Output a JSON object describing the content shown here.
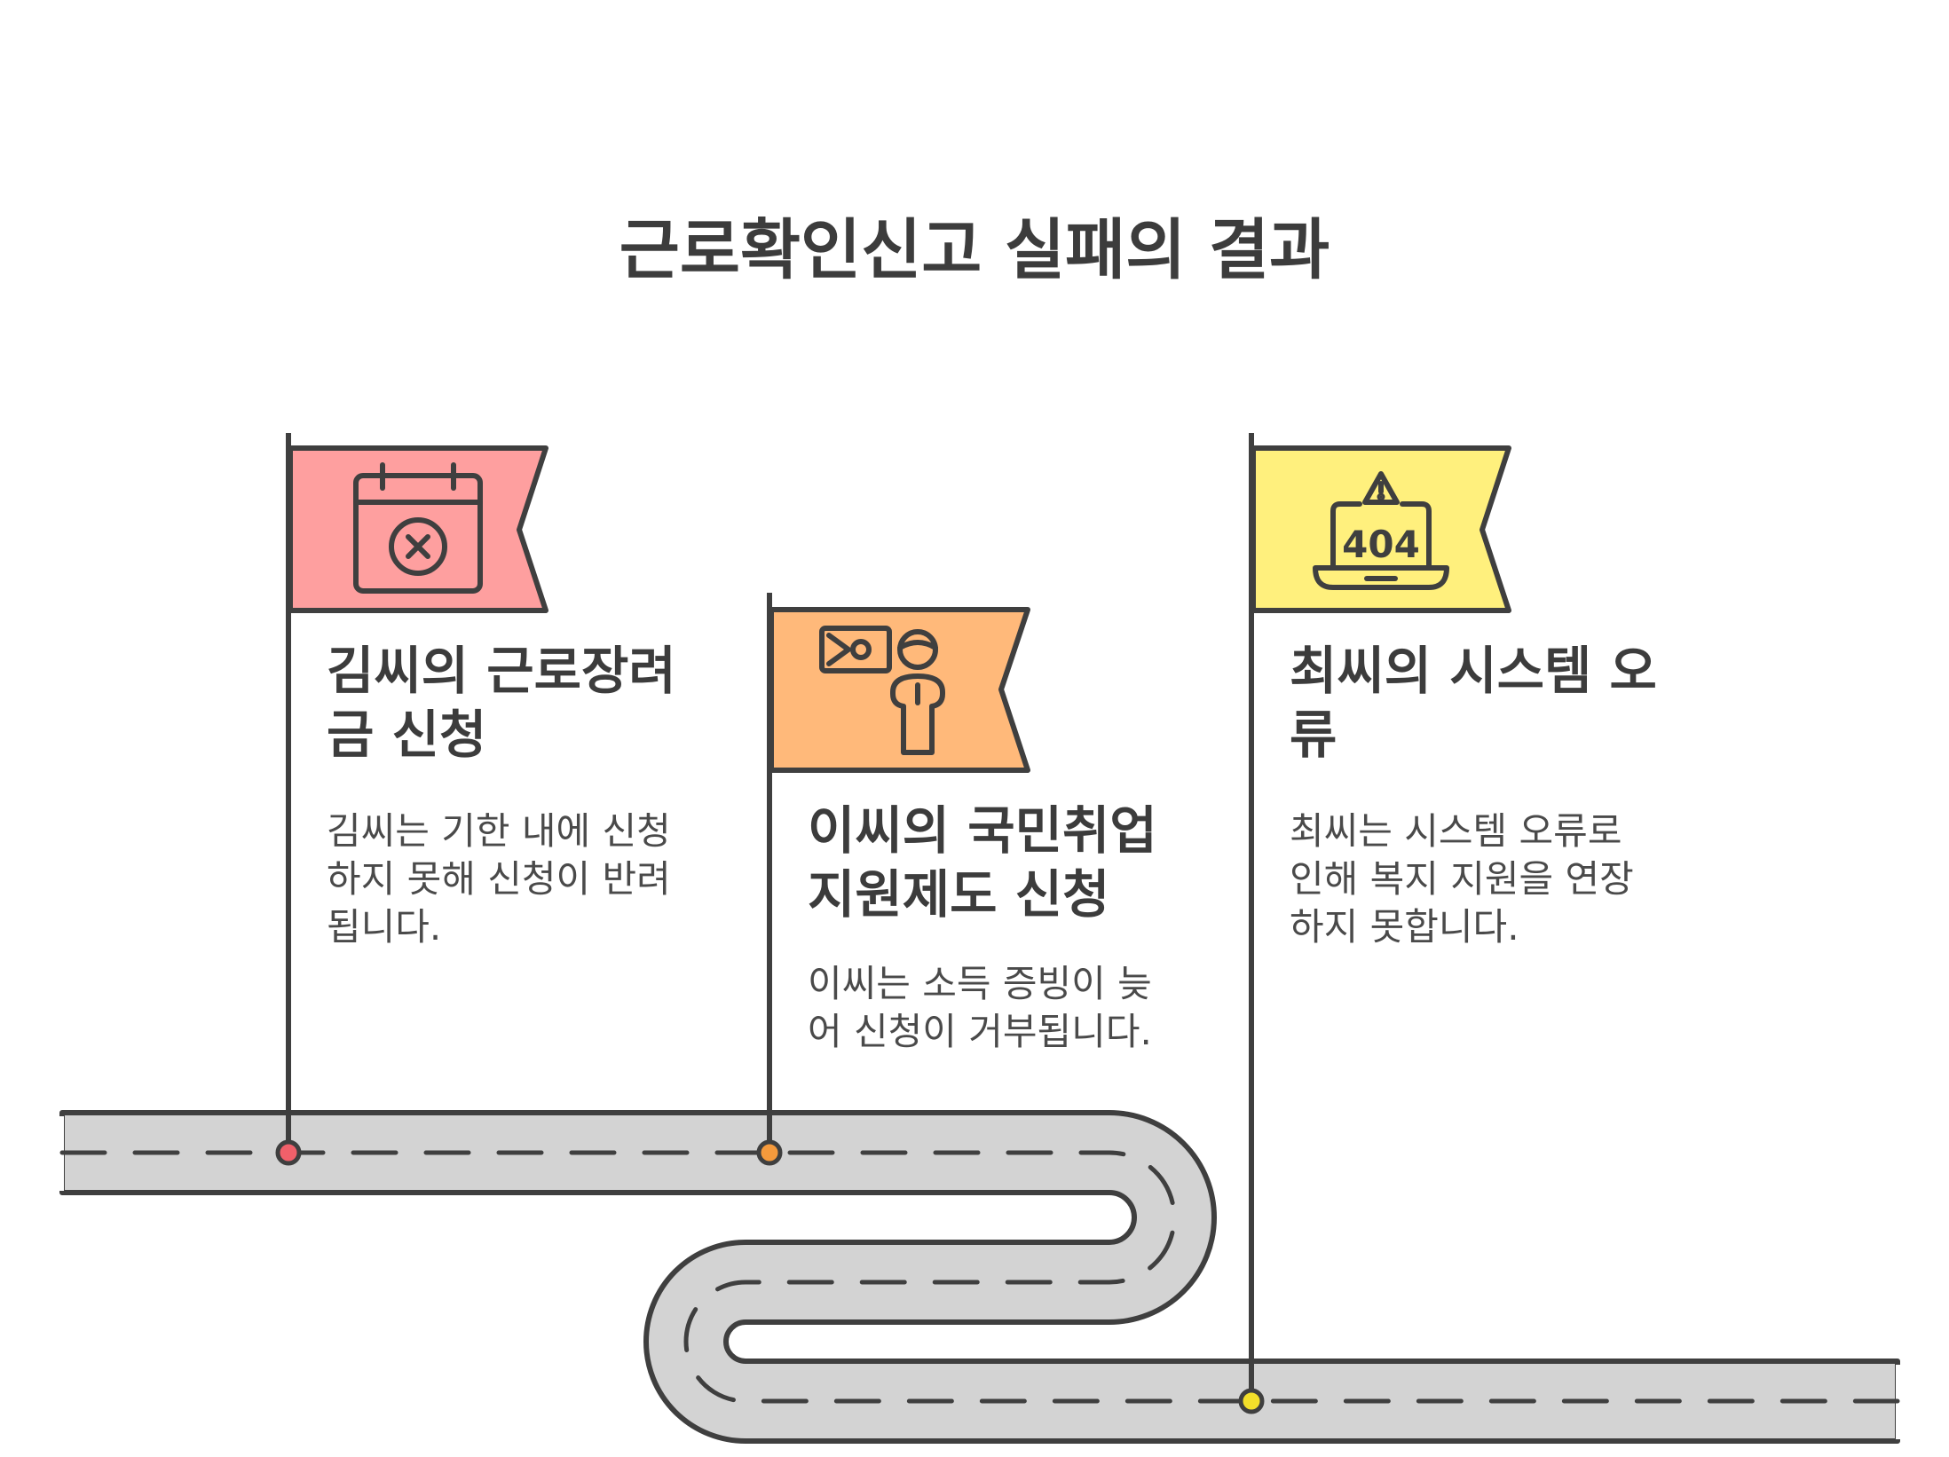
{
  "title": "근로확인신고 실패의 결과",
  "colors": {
    "stroke": "#3f3f3f",
    "road_fill": "#d3d3d3",
    "flag_red": "#fe9f9f",
    "flag_orange": "#ffb97a",
    "flag_yellow": "#fff07d",
    "marker_red": "#f0606a",
    "marker_orange": "#f59a3c",
    "marker_yellow": "#f3df2a"
  },
  "milestones": [
    {
      "icon": "calendar-x-icon",
      "heading": [
        "김씨의 근로장려",
        "금 신청"
      ],
      "desc": [
        "김씨는 기한 내에 신청",
        "하지 못해 신청이 반려",
        "됩니다."
      ]
    },
    {
      "icon": "money-person-icon",
      "heading": [
        "이씨의 국민취업",
        "지원제도 신청"
      ],
      "desc": [
        "이씨는 소득 증빙이 늦",
        "어 신청이 거부됩니다."
      ]
    },
    {
      "icon": "laptop-404-icon",
      "icon_text": "404",
      "heading": [
        "최씨의 시스템 오",
        "류"
      ],
      "desc": [
        "최씨는 시스템 오류로",
        "인해 복지 지원을 연장",
        "하지 못합니다."
      ]
    }
  ]
}
